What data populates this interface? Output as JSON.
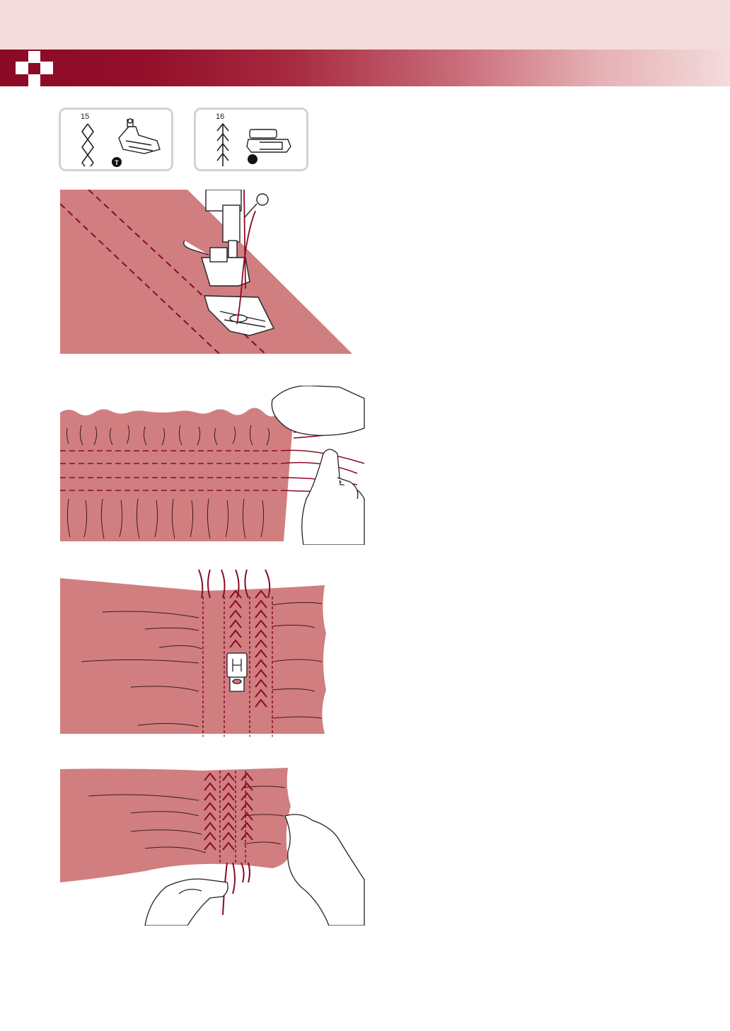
{
  "colors": {
    "fabric": "#d07e80",
    "thread": "#8b0a26",
    "header_band": "#f3dcdc",
    "title_bar": "#8b0a26",
    "card_border": "#d2d2d2"
  },
  "stitch_cards": [
    {
      "number": "15",
      "pattern_icon": "diamond-stitch-icon",
      "foot_icon": "presser-foot-icon",
      "foot_badge": "T"
    },
    {
      "number": "16",
      "pattern_icon": "feather-stitch-icon",
      "foot_icon": "presser-foot-icon",
      "foot_badge": ""
    }
  ],
  "illustrations": [
    "sewing-parallel-rows-illustration",
    "gathering-threads-illustration",
    "decorative-stitch-over-gathers-illustration",
    "pulling-gathering-threads-illustration"
  ]
}
